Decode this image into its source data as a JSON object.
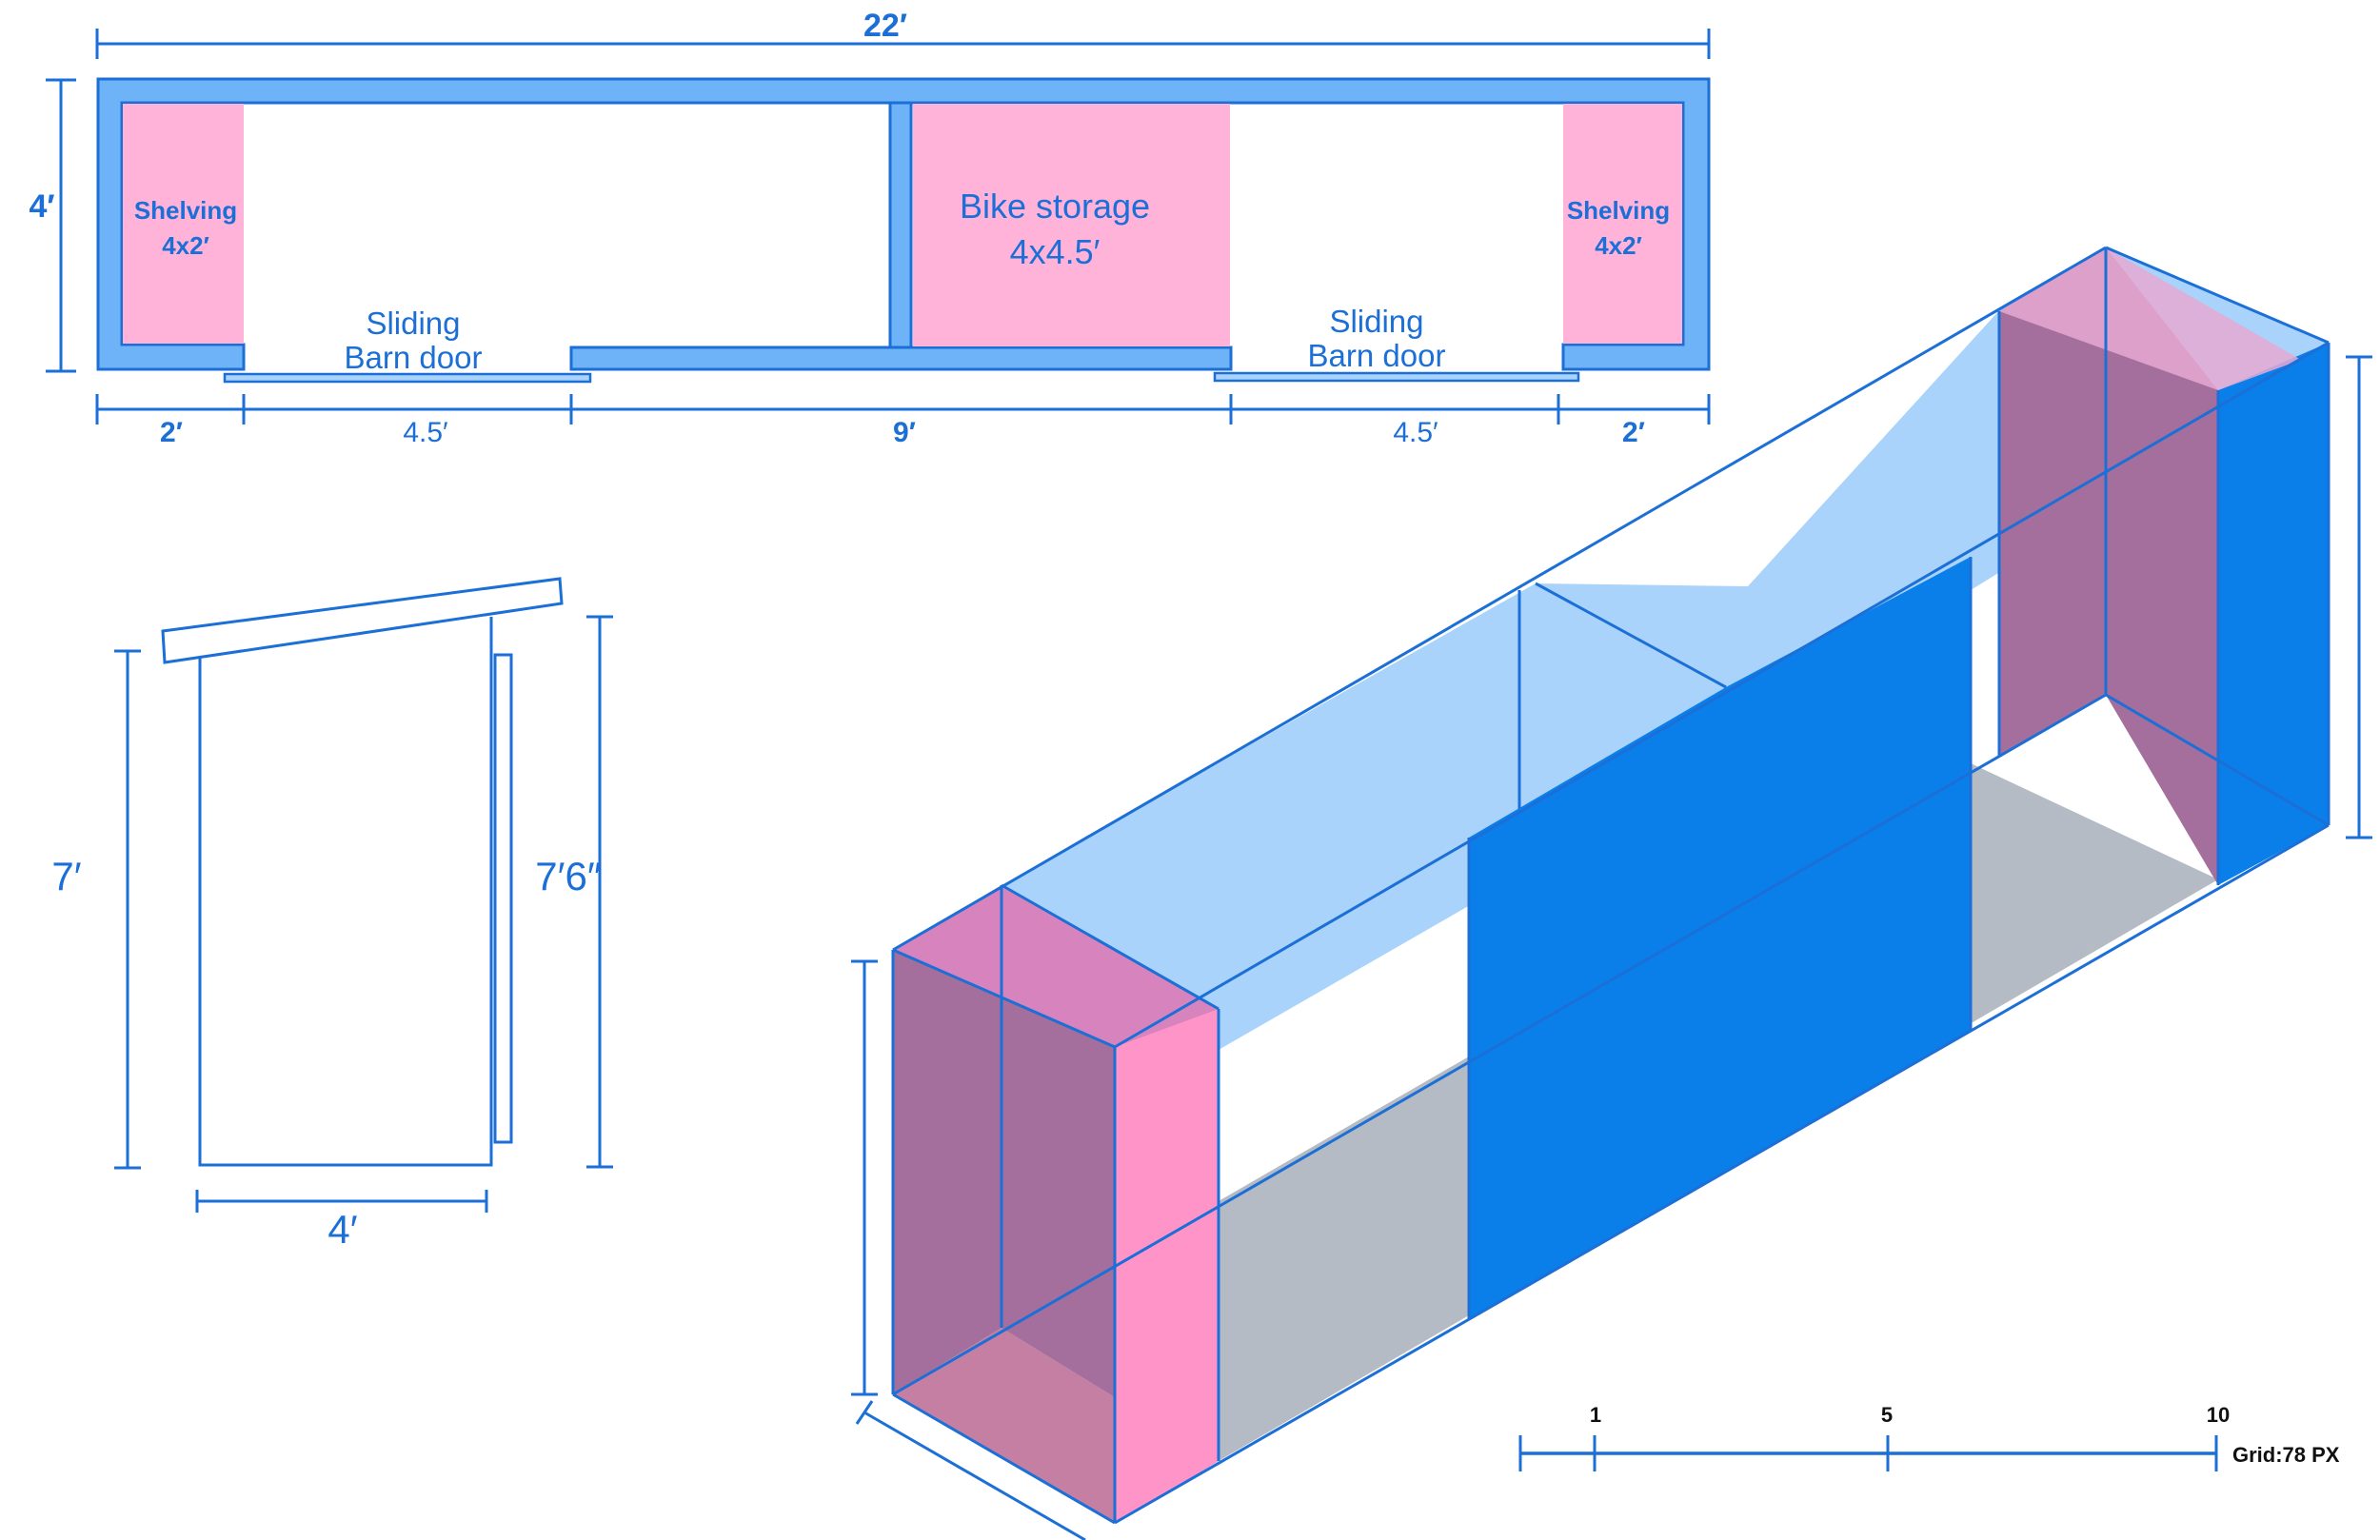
{
  "floor_plan": {
    "overall_width": "22′",
    "depth": "4′",
    "shelving_left": {
      "title": "Shelving",
      "size": "4x2′"
    },
    "bike_storage": {
      "title": "Bike storage",
      "size": "4x4.5′"
    },
    "shelving_right": {
      "title": "Shelving",
      "size": "4x2′"
    },
    "door_left": {
      "line1": "Sliding",
      "line2": "Barn door"
    },
    "door_right": {
      "line1": "Sliding",
      "line2": "Barn door"
    },
    "segments": [
      "2′",
      "4.5′",
      "9′",
      "4.5′",
      "2′"
    ]
  },
  "side_view": {
    "front_height": "7′",
    "back_height": "7′6″",
    "depth": "4′"
  },
  "scale_bar": {
    "ticks": [
      "1",
      "5",
      "10"
    ],
    "grid_label": "Grid:78 PX"
  },
  "colors": {
    "line": "#1b6fd6",
    "wall_fill": "#6eb3f7",
    "pink": "#ffb3d9",
    "light_blue": "#a9d3fa",
    "door_blue": "#0a7fea",
    "grey_floor": "#b4bbc4",
    "mauve": "#a46f9c"
  }
}
